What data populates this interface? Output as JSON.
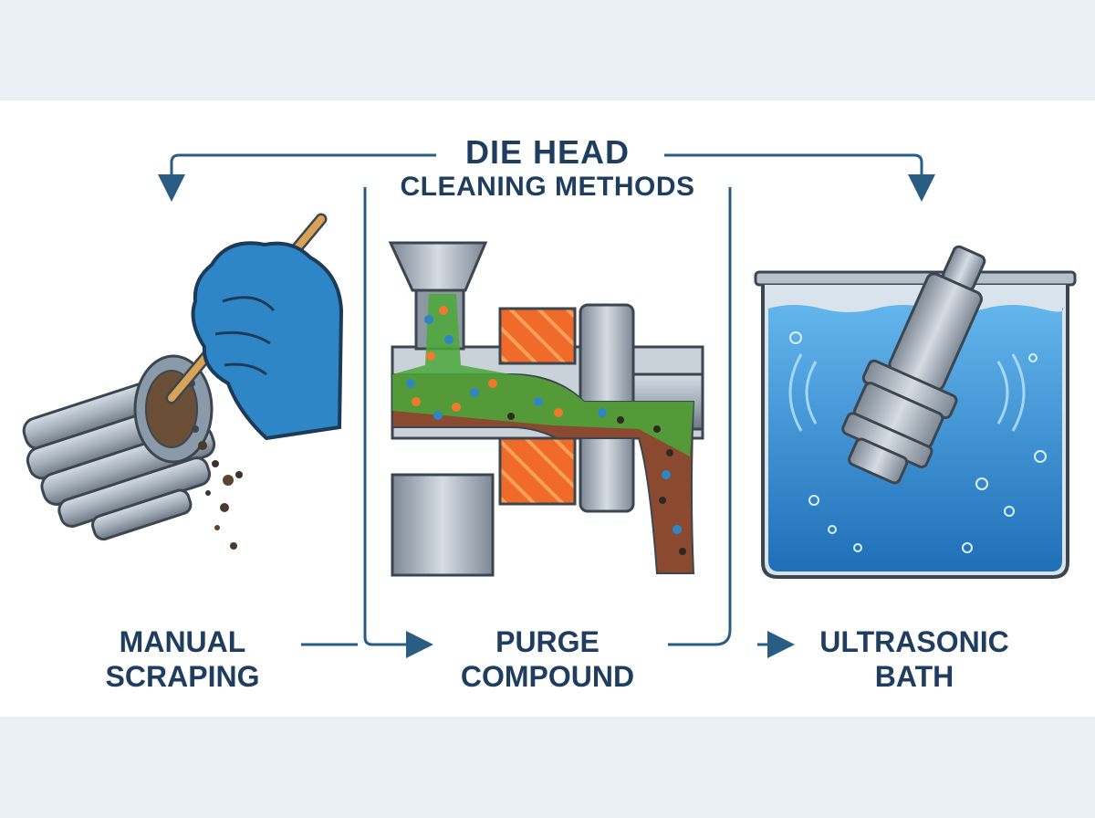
{
  "title": {
    "line1": "DIE HEAD",
    "line2": "CLEANING METHODS"
  },
  "methods": [
    {
      "line1": "MANUAL",
      "line2": "SCRAPING",
      "icon": "gloved-hand-scraping-die-icon"
    },
    {
      "line1": "PURGE",
      "line2": "COMPOUND",
      "icon": "extruder-purge-cross-section-icon"
    },
    {
      "line1": "ULTRASONIC",
      "line2": "BATH",
      "icon": "ultrasonic-tank-icon"
    }
  ],
  "colors": {
    "text": "#1f3d5e",
    "arrow": "#2a5d83",
    "glove": "#2f86c7",
    "heater": "#f06a2a",
    "purge_green": "#4aa83a",
    "water": "#2f8fd4",
    "steel": "#9aa5b0"
  }
}
